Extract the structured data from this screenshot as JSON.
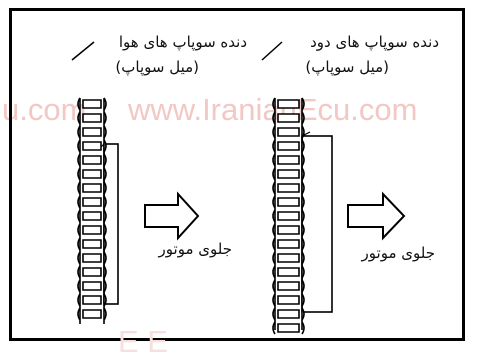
{
  "watermarks": [
    "u.com",
    "www.IranianEcu.com",
    "E         E   "
  ],
  "sprockets": [
    {
      "title": "دنده سوپاپ های هوا",
      "subtitle": "(میل سوپاپ)",
      "direction_label": "جلوی موتور"
    },
    {
      "title": "دنده سوپاپ های دود",
      "subtitle": "(میل سوپاپ)",
      "direction_label": "جلوی موتور"
    }
  ],
  "colors": {
    "line": "#000000",
    "watermark": "#f2c8c4",
    "background": "#ffffff"
  },
  "icons": [
    "arrow-right-icon",
    "sprocket-gear-icon"
  ]
}
